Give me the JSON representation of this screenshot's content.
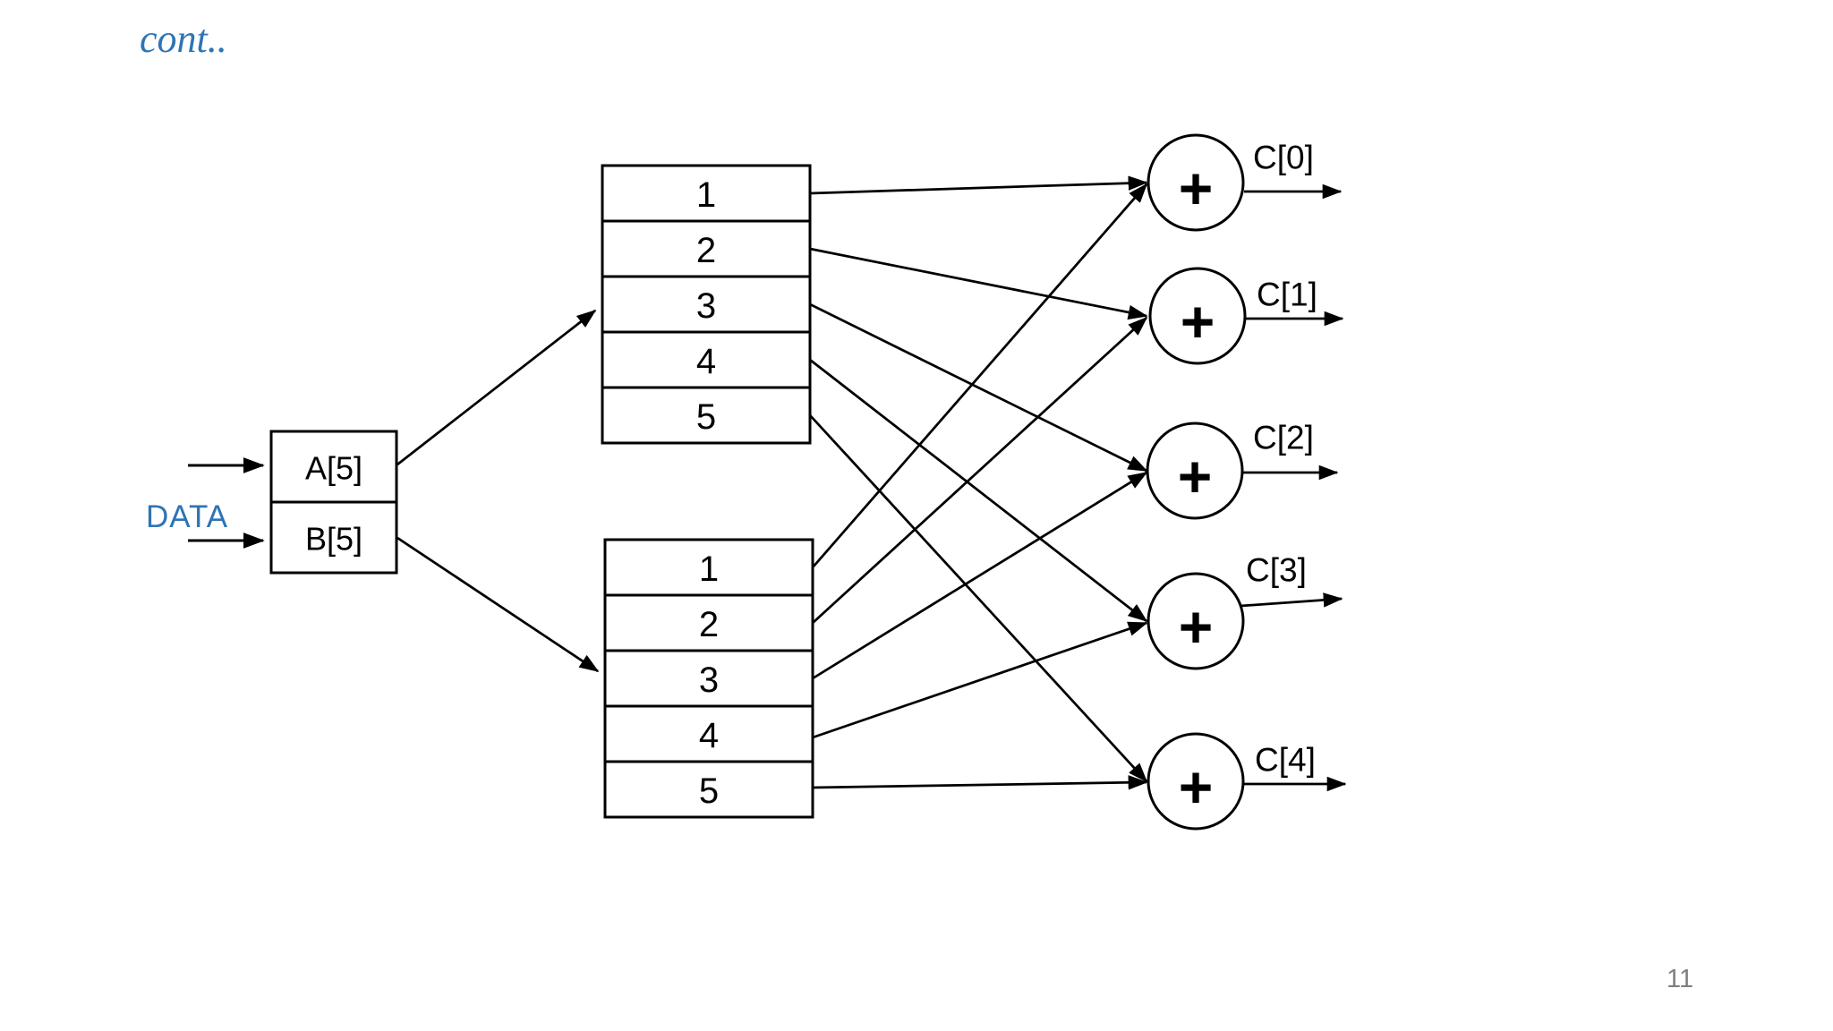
{
  "slide": {
    "title": "cont..",
    "page_number": "11"
  },
  "data_label": "DATA",
  "input_boxes": [
    {
      "label": "A[5]"
    },
    {
      "label": "B[5]"
    }
  ],
  "arrays": {
    "top": {
      "cells": [
        "1",
        "2",
        "3",
        "4",
        "5"
      ]
    },
    "bottom": {
      "cells": [
        "1",
        "2",
        "3",
        "4",
        "5"
      ]
    }
  },
  "adders": [
    {
      "label": "C[0]",
      "operator": "+"
    },
    {
      "label": "C[1]",
      "operator": "+"
    },
    {
      "label": "C[2]",
      "operator": "+"
    },
    {
      "label": "C[3]",
      "operator": "+"
    },
    {
      "label": "C[4]",
      "operator": "+"
    }
  ],
  "colors": {
    "accent_blue": "#2E74B5",
    "diagram_black": "#000000",
    "page_number_gray": "#7F7F7F"
  }
}
